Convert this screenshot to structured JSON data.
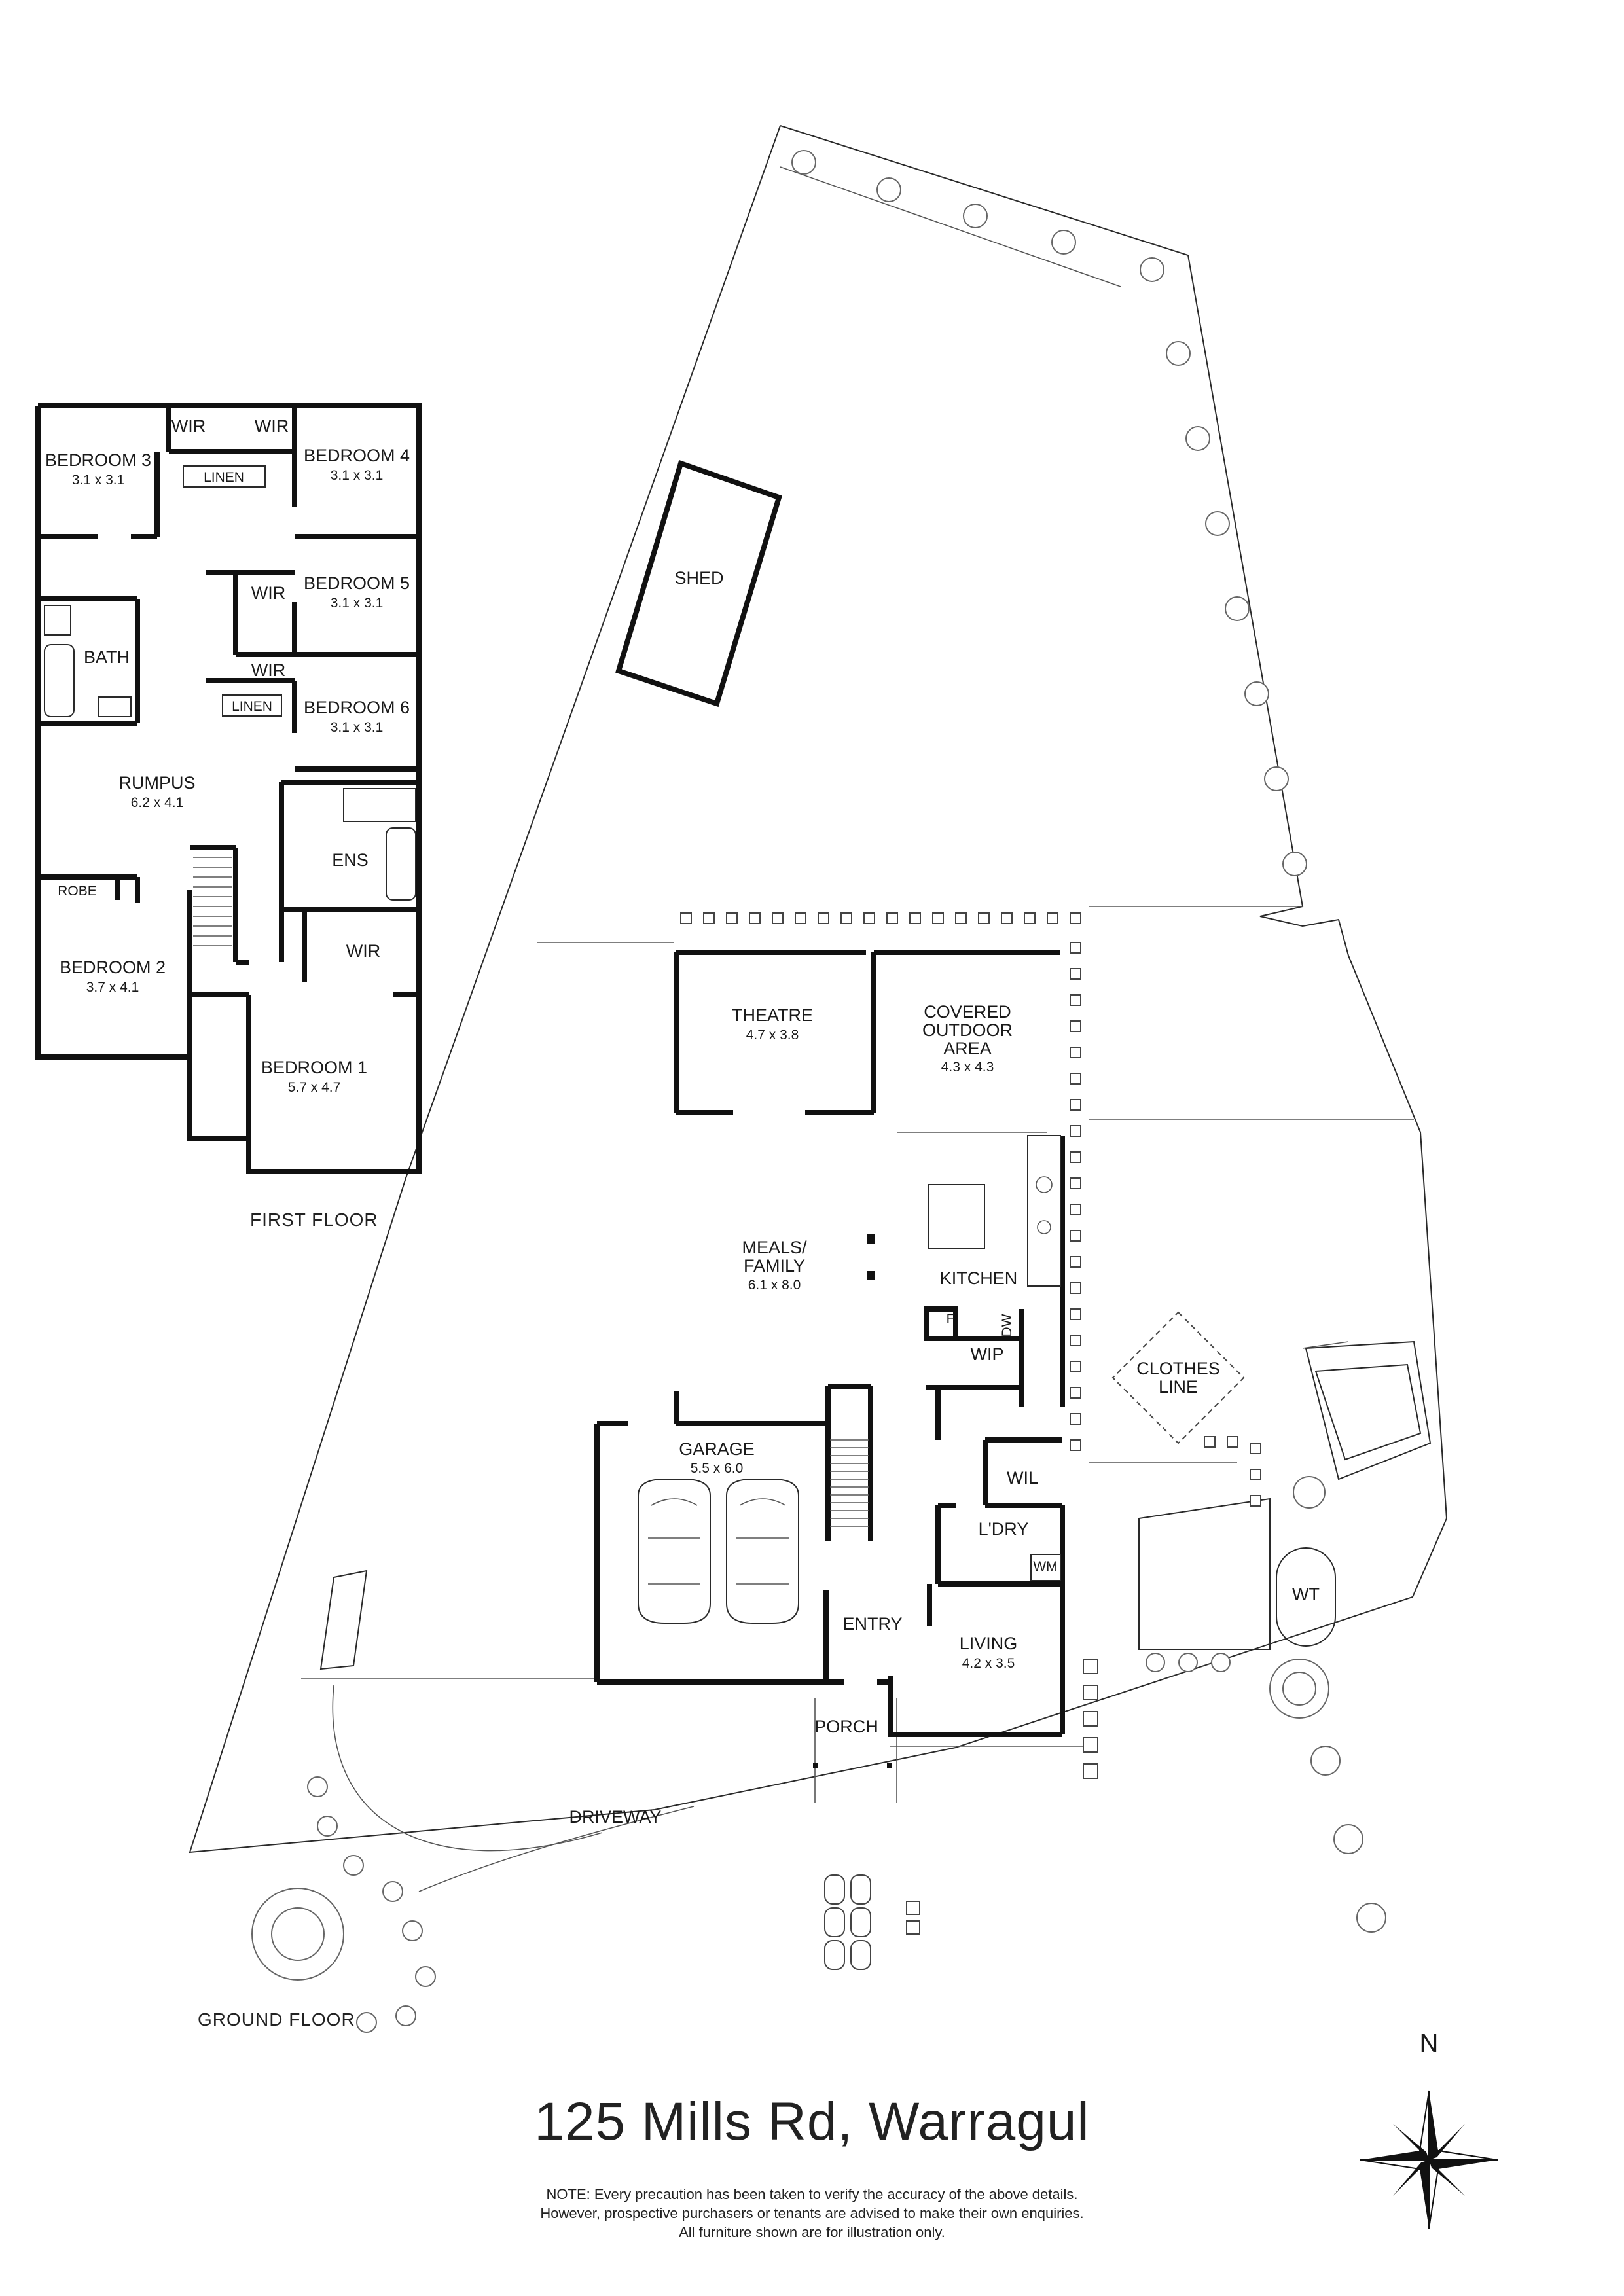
{
  "title": "125 Mills Rd, Warragul",
  "floors": {
    "first": "FIRST FLOOR",
    "ground": "GROUND FLOOR"
  },
  "north_label": "N",
  "note_lines": [
    "NOTE: Every precaution has been taken to verify the accuracy of the above details.",
    "However, prospective purchasers or tenants are advised to make their own enquiries.",
    "All furniture shown are for illustration only."
  ],
  "first_floor_rooms": {
    "bedroom3": {
      "name": "BEDROOM 3",
      "size": "3.1 x 3.1"
    },
    "bedroom4": {
      "name": "BEDROOM 4",
      "size": "3.1 x 3.1"
    },
    "bedroom5": {
      "name": "BEDROOM 5",
      "size": "3.1 x 3.1"
    },
    "bedroom6": {
      "name": "BEDROOM 6",
      "size": "3.1 x 3.1"
    },
    "rumpus": {
      "name": "RUMPUS",
      "size": "6.2 x 4.1"
    },
    "bedroom2": {
      "name": "BEDROOM 2",
      "size": "3.7 x 4.1"
    },
    "bedroom1": {
      "name": "BEDROOM 1",
      "size": "5.7 x 4.7"
    },
    "wir_b3": "WIR",
    "wir_b4": "WIR",
    "wir_b5": "WIR",
    "wir_b6": "WIR",
    "wir_b1": "WIR",
    "linen_top": "LINEN",
    "linen_mid": "LINEN",
    "bath": "BATH",
    "ens": "ENS",
    "robe": "ROBE"
  },
  "ground_floor_rooms": {
    "shed": "SHED",
    "theatre": {
      "name": "THEATRE",
      "size": "4.7 x 3.8"
    },
    "covered": {
      "line1": "COVERED",
      "line2": "OUTDOOR",
      "line3": "AREA",
      "size": "4.3 x 4.3"
    },
    "meals": {
      "line1": "MEALS/",
      "line2": "FAMILY",
      "size": "6.1 x 8.0"
    },
    "kitchen": "KITCHEN",
    "wip": "WIP",
    "fridge": "F",
    "dw": "DW",
    "clothes_line": {
      "line1": "CLOTHES",
      "line2": "LINE"
    },
    "garage": {
      "name": "GARAGE",
      "size": "5.5 x 6.0"
    },
    "wil": "WIL",
    "ldry": "L'DRY",
    "wm": "WM",
    "entry": "ENTRY",
    "living": {
      "name": "LIVING",
      "size": "4.2 x 3.5"
    },
    "porch": "PORCH",
    "wt": "WT",
    "driveway": "DRIVEWAY"
  }
}
